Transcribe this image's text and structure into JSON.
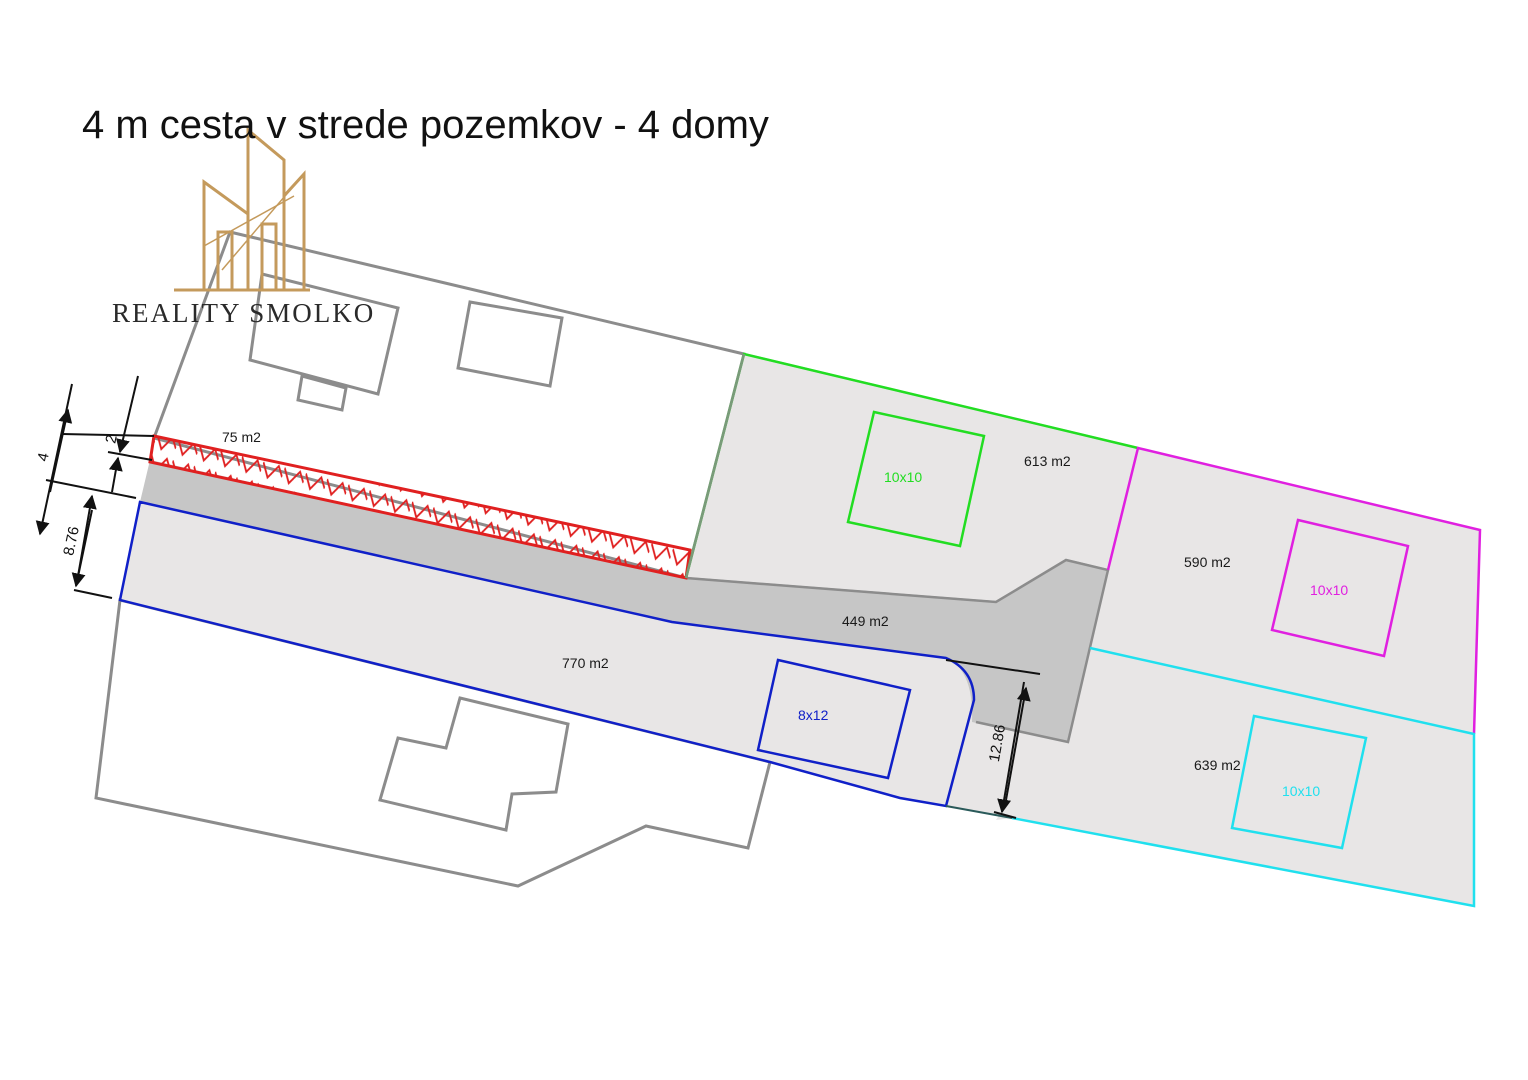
{
  "title": "4 m cesta v strede pozemkov - 4 domy",
  "logo": {
    "text": "REALITY SMOLKO",
    "color": "#c49a5c"
  },
  "colors": {
    "neighbor_outline": "#8c8c8c",
    "parcel_fill": "#e8e6e6",
    "road_fill": "#c6c6c6",
    "red_strip": "#e02020",
    "plot_blue": "#1020c8",
    "plot_green": "#22dd22",
    "plot_magenta": "#e020e0",
    "plot_cyan": "#20e0ee"
  },
  "plots": {
    "strip": {
      "area": "75 m2",
      "color": "#e02020"
    },
    "road": {
      "area": "449 m2"
    },
    "blue": {
      "area": "770 m2",
      "house": "8x12",
      "color": "#1020c8"
    },
    "green": {
      "area": "613 m2",
      "house": "10x10",
      "color": "#22dd22"
    },
    "magenta": {
      "area": "590 m2",
      "house": "10x10",
      "color": "#e020e0"
    },
    "cyan": {
      "area": "639 m2",
      "house": "10x10",
      "color": "#20e0ee"
    }
  },
  "dimensions": {
    "strip_width": "2",
    "road_width": "4",
    "plot_width": "8.76",
    "road_end": "12.86"
  }
}
